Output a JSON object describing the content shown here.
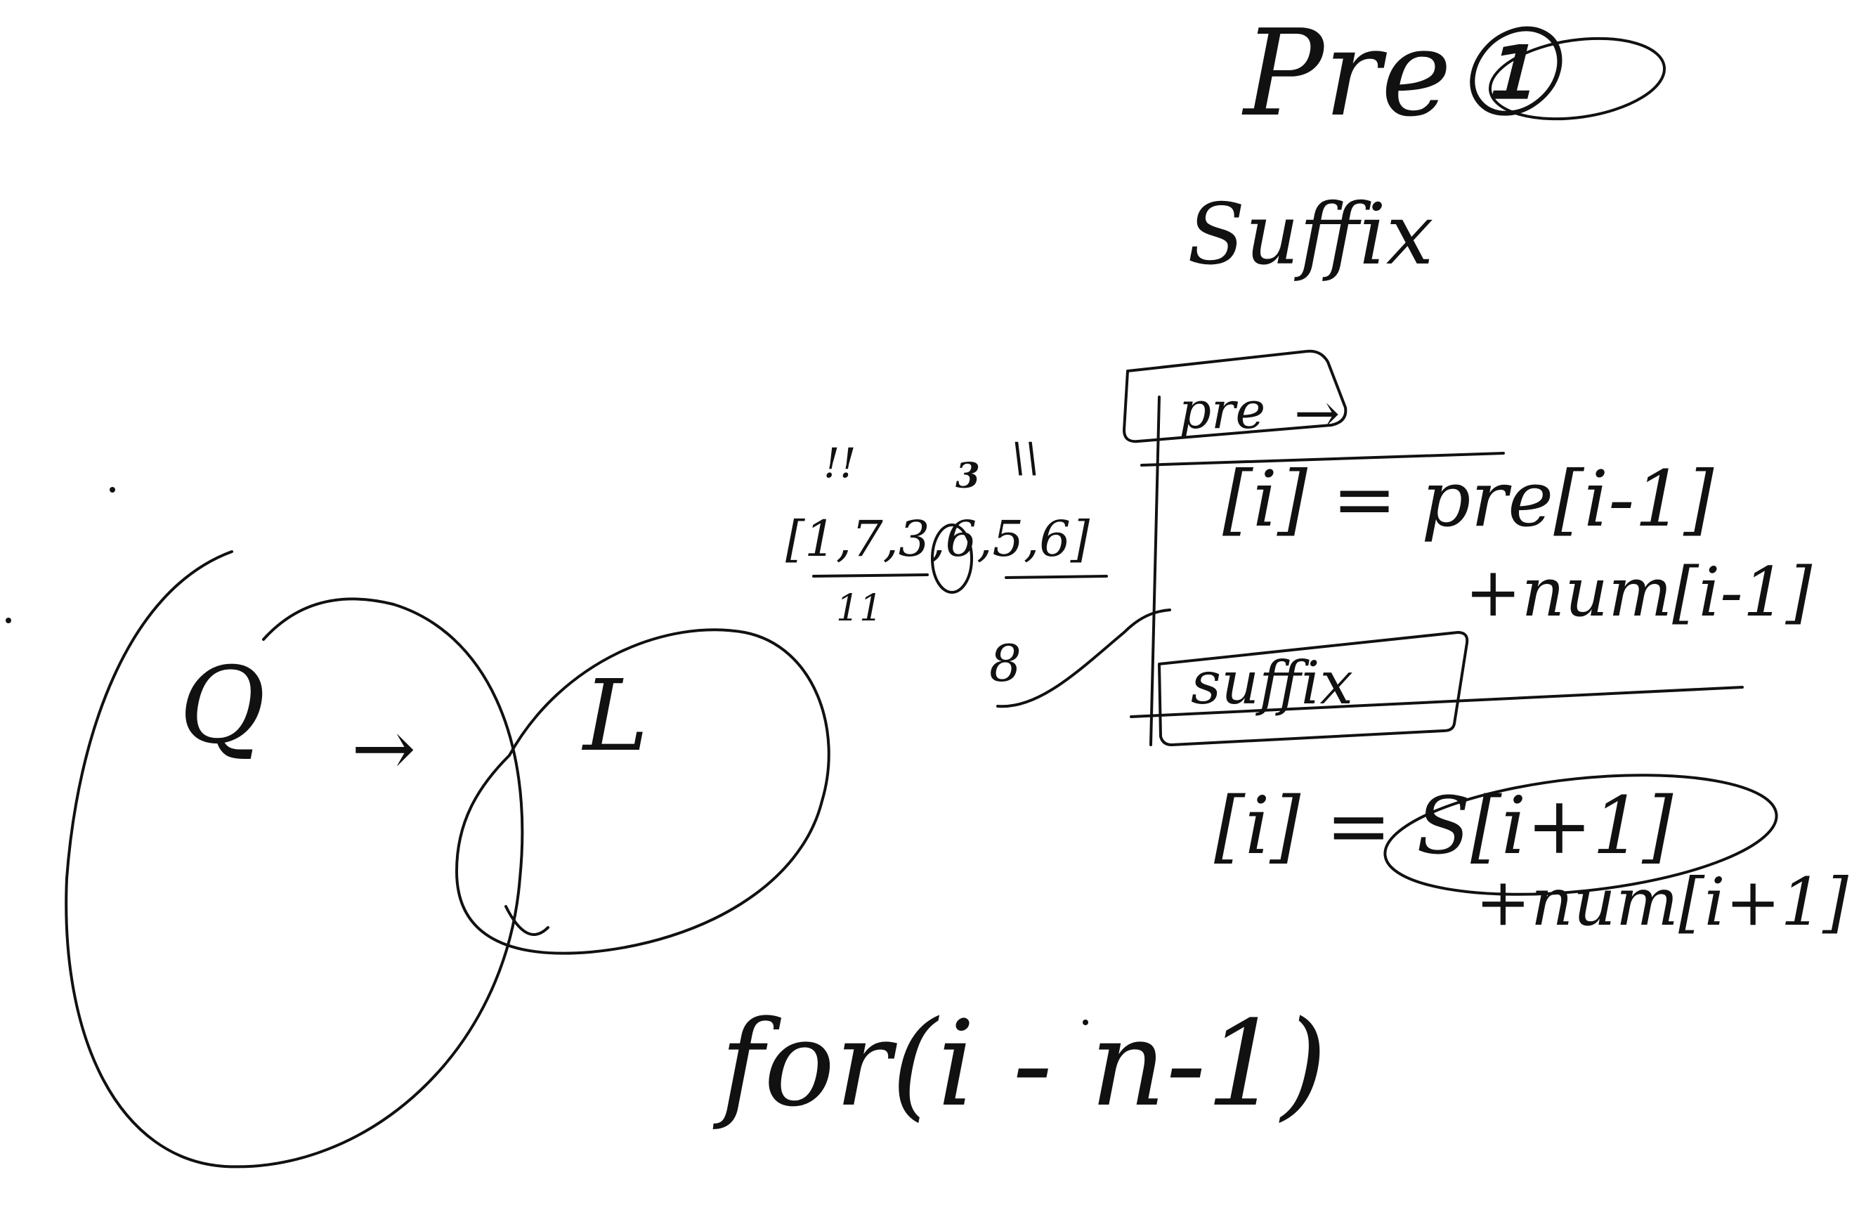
{
  "notes": {
    "pre_title": "Pre①",
    "suffix_title": "Suffix",
    "pre_box": "pre",
    "pre_arrow": "→",
    "pre_formula": "[i] = pre[i-1]",
    "pre_formula_add": "+num[i-1]",
    "suffix_box": "suffix",
    "suffix_formula": "[i] = S[i+1]",
    "suffix_formula_add": "+num[i+1]",
    "for_loop": "for(i - n-1)"
  },
  "array_example": {
    "array": "[1,7,3,6,5,6]",
    "bars_top_left": "!!",
    "sum_label": "3",
    "bars_top_right": "\\\\",
    "bars_bottom": "11",
    "eight_label": "8"
  },
  "sketch": {
    "left_symbol": "Q",
    "middle_arrow": "→",
    "right_symbol": "L"
  }
}
